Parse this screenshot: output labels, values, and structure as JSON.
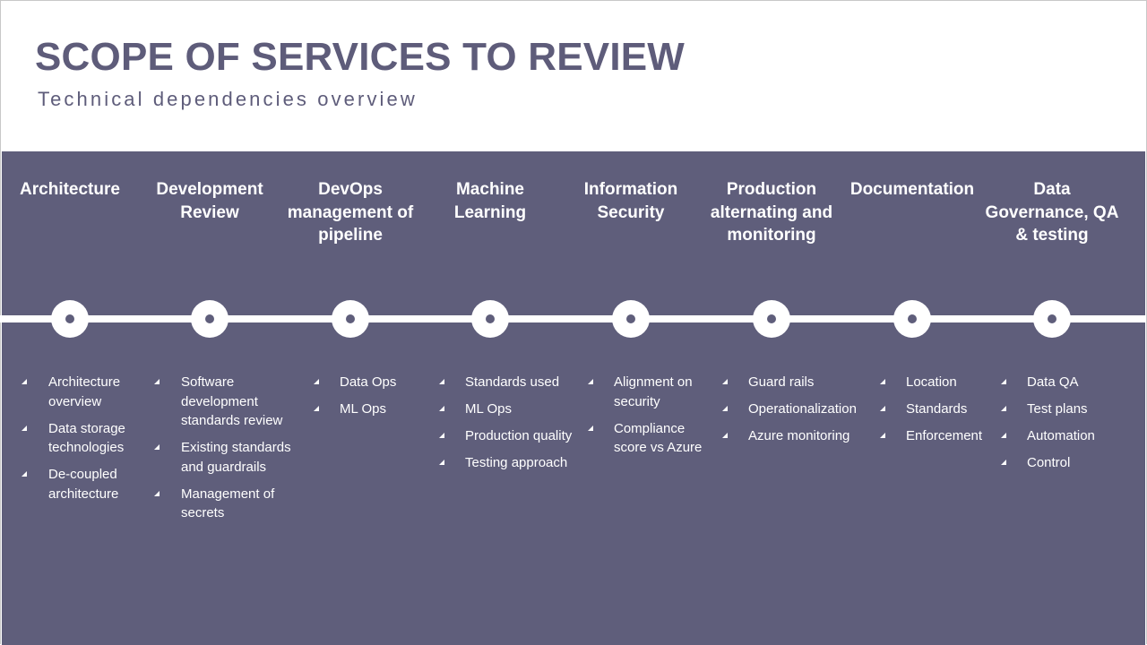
{
  "header": {
    "title": "SCOPE OF SERVICES TO REVIEW",
    "subtitle": "Technical dependencies overview"
  },
  "colors": {
    "panel_background": "#5f5e7b",
    "title_text": "#5e5c7a",
    "timeline": "#ffffff"
  },
  "timeline": {
    "bullet_icon": "triangle-bullet-icon",
    "node_icon": "circle-node-icon",
    "columns": [
      {
        "title": "Architecture",
        "items": [
          "Architecture overview",
          "Data storage technologies",
          "De-coupled architecture"
        ]
      },
      {
        "title": "Development Review",
        "items": [
          "Software development standards review",
          "Existing standards and guardrails",
          "Management of secrets"
        ]
      },
      {
        "title": "DevOps management of pipeline",
        "items": [
          "Data Ops",
          "ML Ops"
        ]
      },
      {
        "title": "Machine Learning",
        "items": [
          "Standards used",
          "ML Ops",
          "Production quality",
          "Testing approach"
        ]
      },
      {
        "title": "Information Security",
        "items": [
          "Alignment on security",
          "Compliance score vs Azure"
        ]
      },
      {
        "title": "Production alternating and monitoring",
        "items": [
          "Guard rails",
          "Operationalization",
          "Azure monitoring"
        ]
      },
      {
        "title": "Documentation",
        "items": [
          "Location",
          "Standards",
          "Enforcement"
        ]
      },
      {
        "title": "Data Governance, QA & testing",
        "items": [
          "Data QA",
          "Test plans",
          "Automation",
          "Control"
        ]
      }
    ]
  }
}
